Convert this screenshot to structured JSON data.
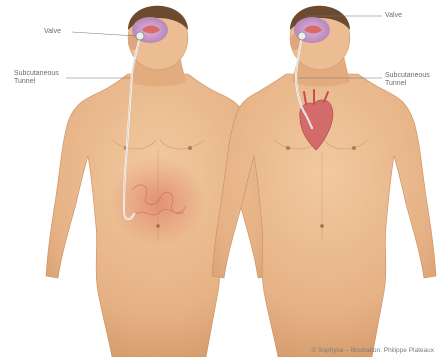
{
  "labels": {
    "left_valve": "Valve",
    "left_tunnel_line1": "Subcutaneous",
    "left_tunnel_line2": "Tunnel",
    "right_valve": "Valve",
    "right_tunnel_line1": "Subcutaneous",
    "right_tunnel_line2": "Tunnel"
  },
  "credit": "© Sophysa – Illustration: Philippe Plateaux",
  "colors": {
    "skin": "#e8b98e",
    "skin_shadow": "#d79c6c",
    "brain": "#c99ac8",
    "ventricle": "#d96a6a",
    "catheter": "#f5f5f5",
    "abdomen_glow": "#e48c72",
    "heart": "#d46b6b",
    "hair": "#6b4a2f"
  }
}
